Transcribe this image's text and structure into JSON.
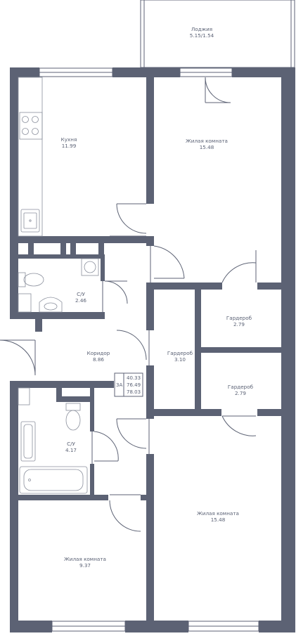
{
  "rooms": {
    "loggia": {
      "name": "Лоджия",
      "area": "5.15/1.54"
    },
    "kitchen": {
      "name": "Кухня",
      "area": "11.99"
    },
    "living1": {
      "name": "Жилая комната",
      "area": "15.48"
    },
    "bath1": {
      "name": "С/У",
      "area": "2.46"
    },
    "corridor": {
      "name": "Коридор",
      "area": "8.86"
    },
    "wardrobe1": {
      "name": "Гардероб",
      "area": "3.10"
    },
    "wardrobe2": {
      "name": "Гардероб",
      "area": "2.79"
    },
    "wardrobe3": {
      "name": "Гардероб",
      "area": "2.79"
    },
    "bath2": {
      "name": "С/У",
      "area": "4.17"
    },
    "living2": {
      "name": "Жилая комната",
      "area": "15.48"
    },
    "living3": {
      "name": "Жилая комната",
      "area": "9.37"
    }
  },
  "apartment": {
    "type": "3А",
    "living_area": "40.33",
    "total_area": "76.49",
    "total_area_with_loggia": "78.03"
  },
  "colors": {
    "wall": "#5c6274",
    "text": "#5b6275",
    "background": "#ffffff"
  }
}
